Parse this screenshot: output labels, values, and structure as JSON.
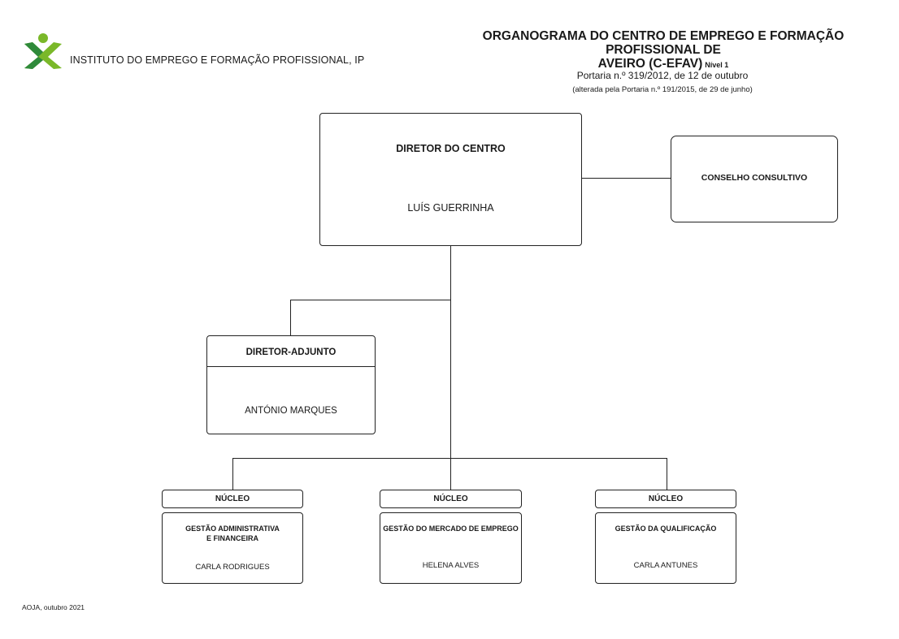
{
  "header": {
    "institute_name": "INSTITUTO DO EMPREGO E FORMAÇÃO PROFISSIONAL, IP",
    "title_line1": "ORGANOGRAMA DO  CENTRO DE EMPREGO E FORMAÇÃO PROFISSIONAL DE",
    "title_line2": "AVEIRO (C-EFAV)",
    "level": "Nível 1",
    "portaria": "Portaria n.º 319/2012, de 12 de outubro",
    "alterada": "(alterada pela Portaria n.º 191/2015, de 29 de junho)"
  },
  "colors": {
    "logo_green": "#7ab829",
    "logo_dark_green": "#2f8a3a",
    "line": "#222222"
  },
  "org": {
    "director": {
      "title": "DIRETOR DO CENTRO",
      "name": "LUÍS GUERRINHA"
    },
    "council": {
      "title": "CONSELHO CONSULTIVO"
    },
    "deputy": {
      "title": "DIRETOR-ADJUNTO",
      "name": "ANTÓNIO MARQUES"
    },
    "nucleos": [
      {
        "label": "NÚCLEO",
        "title_line1": "GESTÃO ADMINISTRATIVA",
        "title_line2": "E FINANCEIRA",
        "name": "CARLA RODRIGUES"
      },
      {
        "label": "NÚCLEO",
        "title_line1": "GESTÃO DO MERCADO DE EMPREGO",
        "title_line2": "",
        "name": "HELENA ALVES"
      },
      {
        "label": "NÚCLEO",
        "title_line1": "GESTÃO DA QUALIFICAÇÃO",
        "title_line2": "",
        "name": "CARLA ANTUNES"
      }
    ]
  },
  "footer": {
    "text": "AOJA, outubro 2021"
  }
}
